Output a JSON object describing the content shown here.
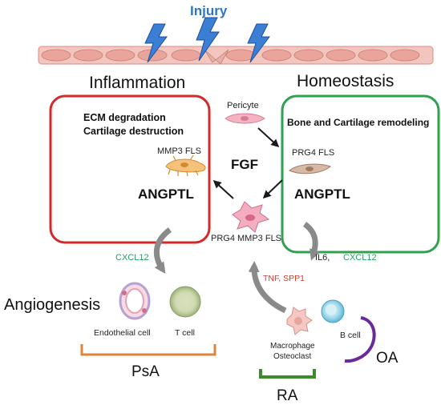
{
  "title": "Injury",
  "left_panel": {
    "heading": "Inflammation",
    "line1": "ECM degradation",
    "line2": "Cartilage destruction",
    "cell_label": "MMP3 FLS",
    "factor": "ANGPTL",
    "color": "#d42a2a"
  },
  "right_panel": {
    "heading": "Homeostasis",
    "line1": "Bone and Cartilage remodeling",
    "cell_label": "PRG4 FLS",
    "factor": "ANGPTL",
    "color": "#2ea24f"
  },
  "center": {
    "top_cell": "Pericyte",
    "factor": "FGF",
    "bottom_cell": "PRG4 MMP3 FLS"
  },
  "left_output": {
    "cytokine": "CXCL12",
    "process": "Angiogenesis",
    "cell1": "Endothelial cell",
    "cell2": "T cell",
    "disease": "PsA",
    "bracket_color": "#e0843c"
  },
  "right_output": {
    "cytokine_a": "IL6,",
    "cytokine_b": "CXCL12",
    "feedback": "TNF, SPP1",
    "cell_macrophage_1": "Macrophage",
    "cell_macrophage_2": "Osteoclast",
    "cell_b": "B cell",
    "disease_ra": "RA",
    "disease_oa": "OA",
    "ra_color": "#3f8a2c",
    "oa_color": "#6a2a9c"
  }
}
